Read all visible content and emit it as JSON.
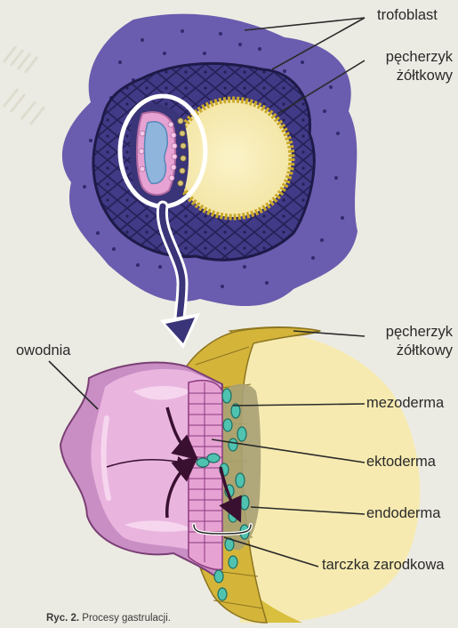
{
  "labels": {
    "trofoblast": "trofoblast",
    "yolk_sac_top_1": "pęcherzyk",
    "yolk_sac_top_2": "żółtkowy",
    "yolk_sac_bottom_1": "pęcherzyk",
    "yolk_sac_bottom_2": "żółtkowy",
    "amnion": "owodnia",
    "mesoderm": "mezoderma",
    "ectoderm": "ektoderma",
    "endoderm": "endoderma",
    "germ_disc": "tarczka zarodkowa"
  },
  "caption": {
    "number": "Ryc. 2.",
    "text": "Procesy gastrulacji."
  },
  "colors": {
    "background": "#ecebe3",
    "trophoblast": "#6a5cae",
    "trophoblast_dark": "#3a3478",
    "yolk": "#f6eab0",
    "yolk_border": "#d4b83a",
    "amnion": "#c98fc4",
    "amnion_light": "#e9b5df",
    "ectoderm": "#e6a2d3",
    "mesoderm": "#4fc3b0",
    "endoderm": "#d9c57a",
    "amniotic_cavity": "#8fb5dd"
  }
}
